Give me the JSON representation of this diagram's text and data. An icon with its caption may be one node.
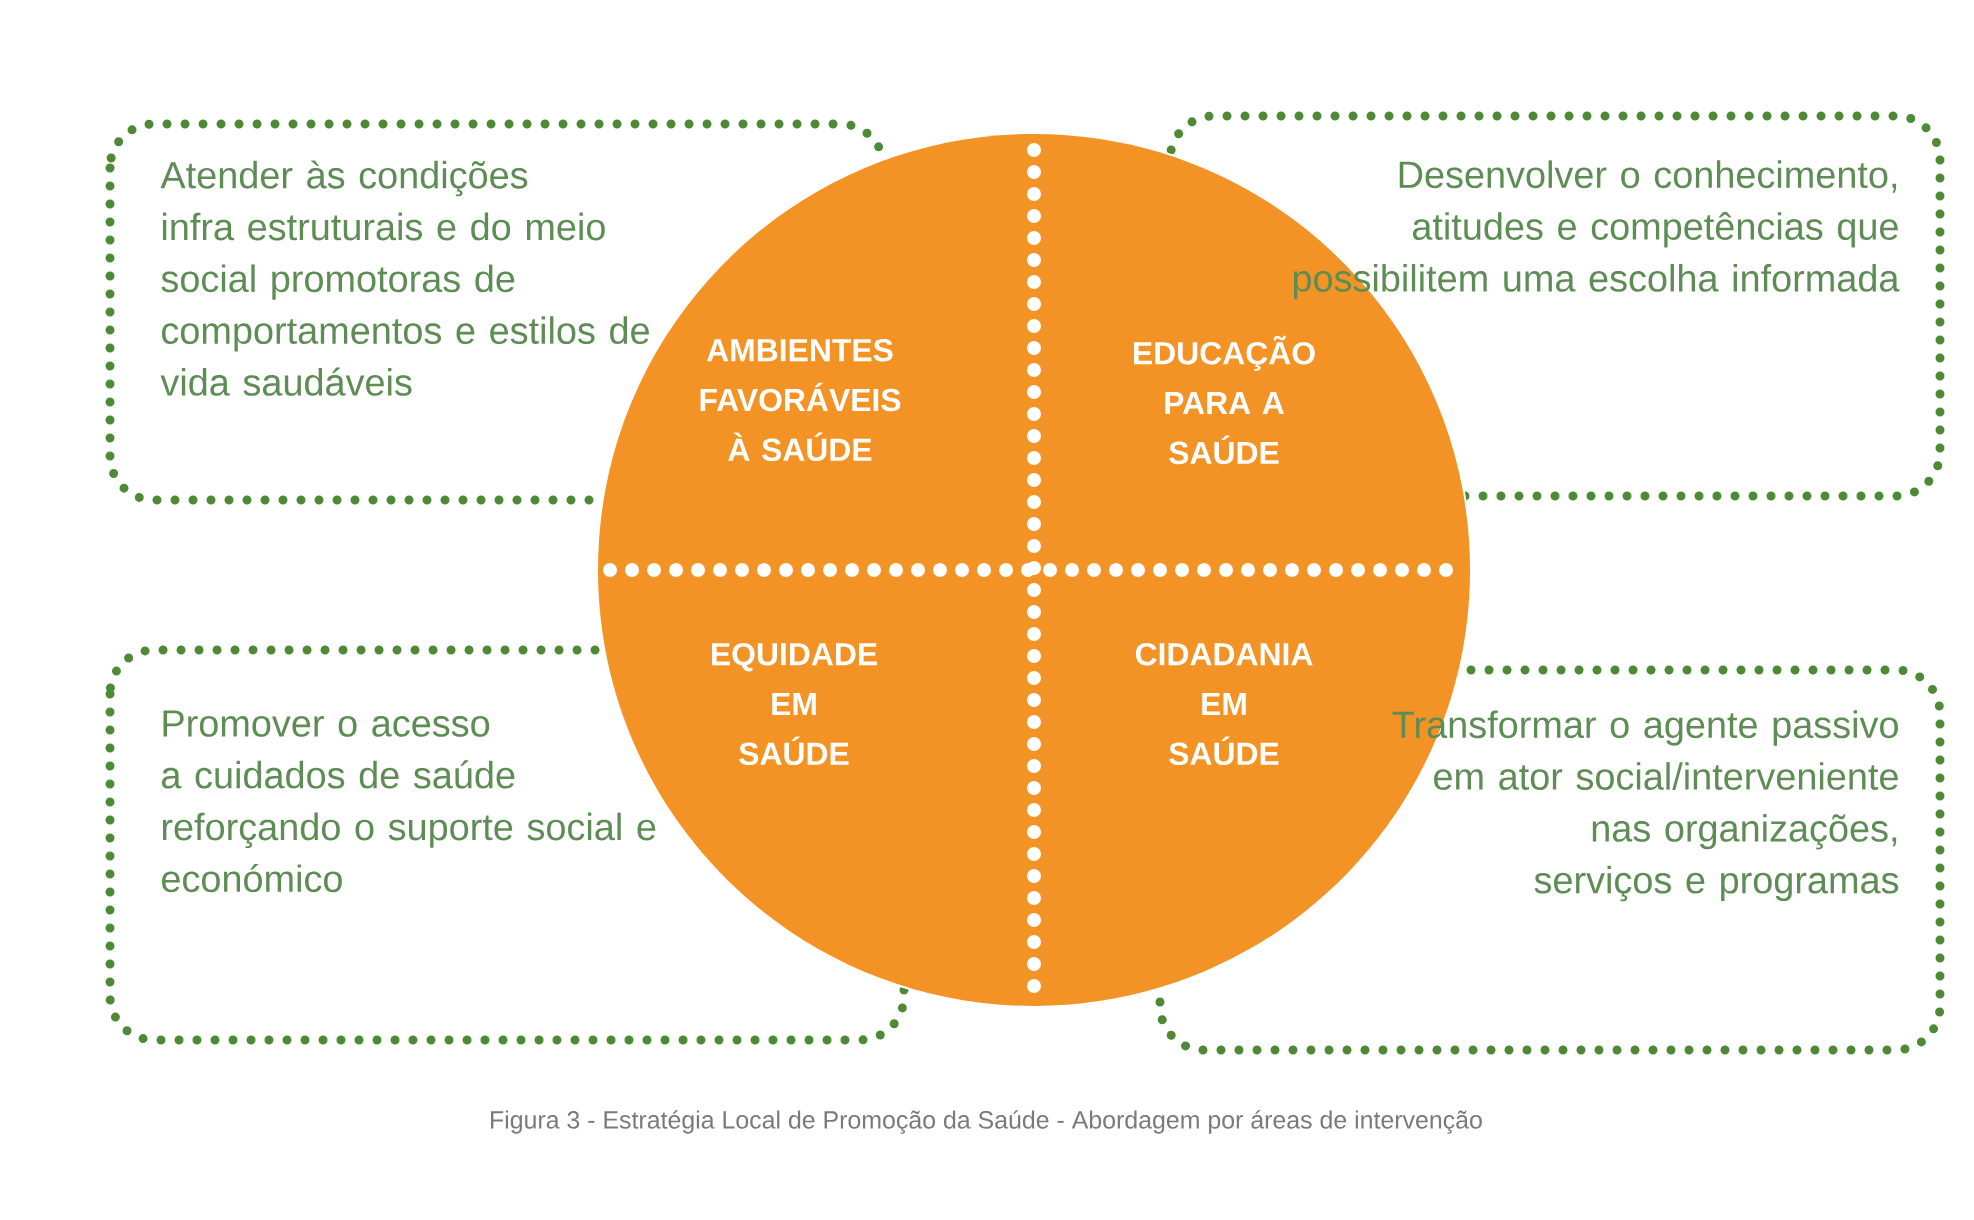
{
  "diagram": {
    "caption": "Figura 3 - Estratégia Local de Promoção da Saúde - Abordagem por áreas de intervenção",
    "nodes": [
      {
        "text": [
          "Atender às condições infra estruturais e do meio social promotoras de comportamentos e estilos de vida saudáveis"
        ]
      },
      {
        "text": [
          "AMBIENTES FAVORÁVEIS À SAÚDE"
        ]
      },
      {
        "text": [
          "EDUCAÇÃO PARA A SAÚDE"
        ]
      },
      {
        "text": [
          "Desenvolver o conhecimento, atitudes e competências que possibilitem uma escolha informada"
        ]
      },
      {
        "text": [
          "Promover o acesso a cuidados de saúde reforçando o suporte social e económico"
        ]
      },
      {
        "text": [
          "EQUIDADE EM SAÚDE"
        ]
      },
      {
        "text": [
          "CIDADANIA EM SAÚDE"
        ]
      },
      {
        "text": [
          "Transformar o agente passivo em ator social/interveniente nas organizações, serviços e programas"
        ]
      }
    ]
  }
}
